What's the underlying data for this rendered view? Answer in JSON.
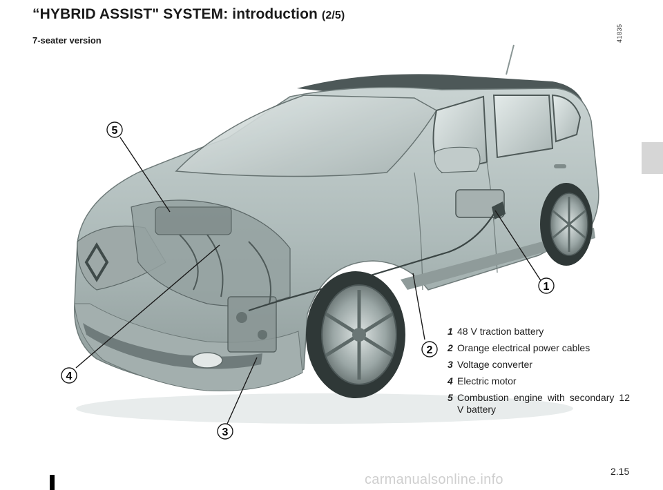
{
  "page": {
    "title": "“HYBRID ASSIST\" SYSTEM: introduction",
    "title_part": "(2/5)",
    "subtitle": "7-seater version",
    "reference": "41835",
    "page_number": "2.15",
    "watermark": "carmanualsonline.info"
  },
  "callouts": [
    {
      "number": "1",
      "label": "48 V traction battery"
    },
    {
      "number": "2",
      "label": "Orange electrical power cables"
    },
    {
      "number": "3",
      "label": "Voltage converter"
    },
    {
      "number": "4",
      "label": "Electric motor"
    },
    {
      "number": "5",
      "label": "Combustion engine with secondary 12 V battery"
    }
  ],
  "colors": {
    "car_body": "#b7c4c3",
    "car_dark": "#4d5858",
    "callout_ring": "#1a1a1a"
  }
}
